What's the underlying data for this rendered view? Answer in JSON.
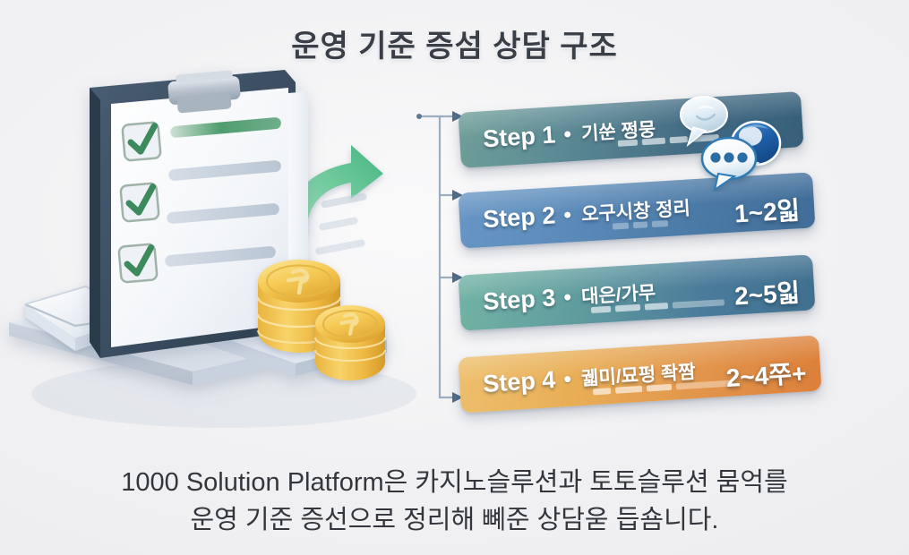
{
  "title": "운영 기준 증섬 상담 구조",
  "background_color": "#f2f2f4",
  "title_color": "#3a3f47",
  "steps": [
    {
      "label": "Step 1",
      "separator": "·",
      "korean": "기쑨 쩡뭉",
      "duration": "",
      "color_left": "#6f9e99",
      "color_right": "#365f79"
    },
    {
      "label": "Step 2",
      "separator": "·",
      "korean": "오구시창 정리",
      "duration": "1~2읿",
      "color_left": "#6896c4",
      "color_right": "#416e99"
    },
    {
      "label": "Step 3",
      "separator": "·",
      "korean": "대은/가무",
      "duration": "2~5읿",
      "color_left": "#72b3a4",
      "color_right": "#40708f"
    },
    {
      "label": "Step 4",
      "separator": "·",
      "korean": "궯미/묘펑 좍짬",
      "duration": "2~4쭈+",
      "color_left": "#edbf6c",
      "color_right": "#dc7f39"
    }
  ],
  "caption": {
    "line1": "1000 Solution Platform은 카지노슬루션과 토토슬루션 뭄억를",
    "line2": "운영 기준 증선으로 정리해 뼤준 상담욷 듭숌니다.",
    "color": "#33373d"
  },
  "illustration": {
    "clipboard": {
      "name": "clipboard",
      "board_color": "#3c4f63",
      "paper_color": "#f4f6f8",
      "clip_color": "#b9c2cb",
      "checkmark_color": "#3c8a5c",
      "checkmarks": 3,
      "row_colors": [
        "#4f9d6e",
        "#c2d0dd",
        "#c2d0dd",
        "#c2d0dd"
      ]
    },
    "arrow": {
      "name": "growth-arrow",
      "color_light": "#8fdcae",
      "color_dark": "#4fb985"
    },
    "coins": {
      "name": "coin-stacks",
      "gold_light": "#f7d46a",
      "gold_dark": "#d99a29",
      "stack_back_count": 4,
      "stack_front_count": 3
    },
    "envelope": {
      "name": "envelope",
      "color": "#f0f3f6",
      "edge_color": "#c6d0da"
    },
    "platform": {
      "name": "platform",
      "top_color": "#dde4ec",
      "side_color": "#c3ccd8"
    }
  },
  "chat_icons": [
    {
      "name": "speech-bubble-glossy",
      "color": "#d9e7f0"
    },
    {
      "name": "speech-bubble-blue",
      "color": "#1f5fa8"
    },
    {
      "name": "speech-bubble-dots",
      "color": "#ffffff",
      "dot_color": "#2b6ea3"
    }
  ],
  "connector": {
    "name": "connector-tree",
    "line_color": "#94a7bb",
    "arrow_color": "#4f6c88",
    "branch_count": 4
  }
}
